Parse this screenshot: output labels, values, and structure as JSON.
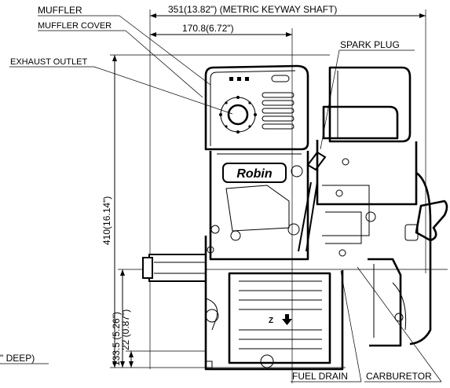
{
  "labels": {
    "muffler": "MUFFLER",
    "muffler_cover": "MUFFLER COVER",
    "exhaust_outlet": "EXHAUST OUTLET",
    "spark_plug": "SPARK PLUG",
    "fuel_drain": "FUEL DRAIN",
    "carburetor": "CARBURETOR",
    "brand": "Robin",
    "deep_fragment": "\" DEEP)",
    "z_arrow": "Z"
  },
  "dimensions": {
    "overall_width": "351(13.82\")  (METRIC KEYWAY SHAFT)",
    "half_width": "170.8(6.72\")",
    "height": "410(16.14\")",
    "shaft_height": "133.5 (5.26\")",
    "base_height": "22 (0.87\")"
  }
}
